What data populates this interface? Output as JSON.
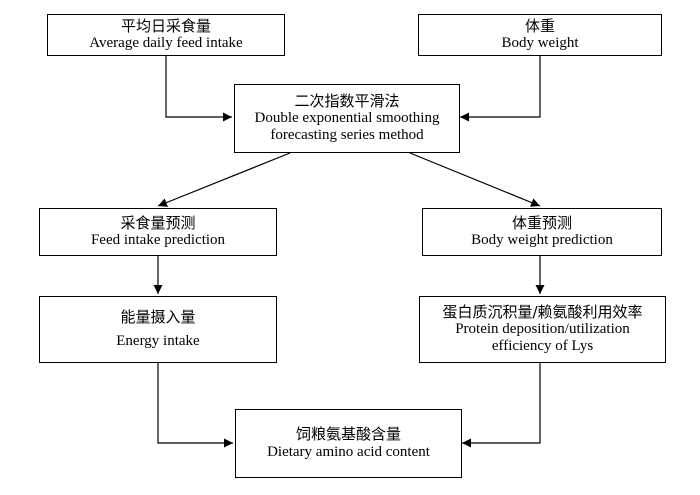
{
  "nodes": {
    "feed": {
      "zh": "平均日采食量",
      "en": [
        "Average daily feed intake"
      ]
    },
    "weight": {
      "zh": "体重",
      "en": [
        "Body weight"
      ]
    },
    "method": {
      "zh": "二次指数平滑法",
      "en": [
        "Double exponential smoothing",
        "forecasting series method"
      ]
    },
    "feed_pred": {
      "zh": "采食量预测",
      "en": [
        "Feed intake prediction"
      ]
    },
    "weight_pred": {
      "zh": "体重预测",
      "en": [
        "Body weight prediction"
      ]
    },
    "energy": {
      "zh": "能量摄入量",
      "en": [
        "Energy intake"
      ]
    },
    "protein": {
      "zh": "蛋白质沉积量/赖氨酸利用效率",
      "en": [
        "Protein deposition/utilization",
        "efficiency of Lys"
      ]
    },
    "amino": {
      "zh": "饲粮氨基酸含量",
      "en": [
        "Dietary amino acid content"
      ]
    }
  },
  "edges": [
    {
      "from": "feed",
      "to": "method"
    },
    {
      "from": "weight",
      "to": "method"
    },
    {
      "from": "method",
      "to": "feed_pred"
    },
    {
      "from": "method",
      "to": "weight_pred"
    },
    {
      "from": "feed_pred",
      "to": "energy"
    },
    {
      "from": "weight_pred",
      "to": "protein"
    },
    {
      "from": "energy",
      "to": "amino"
    },
    {
      "from": "protein",
      "to": "amino"
    }
  ],
  "colors": {
    "line": "#000000",
    "fill": "#ffffff"
  }
}
